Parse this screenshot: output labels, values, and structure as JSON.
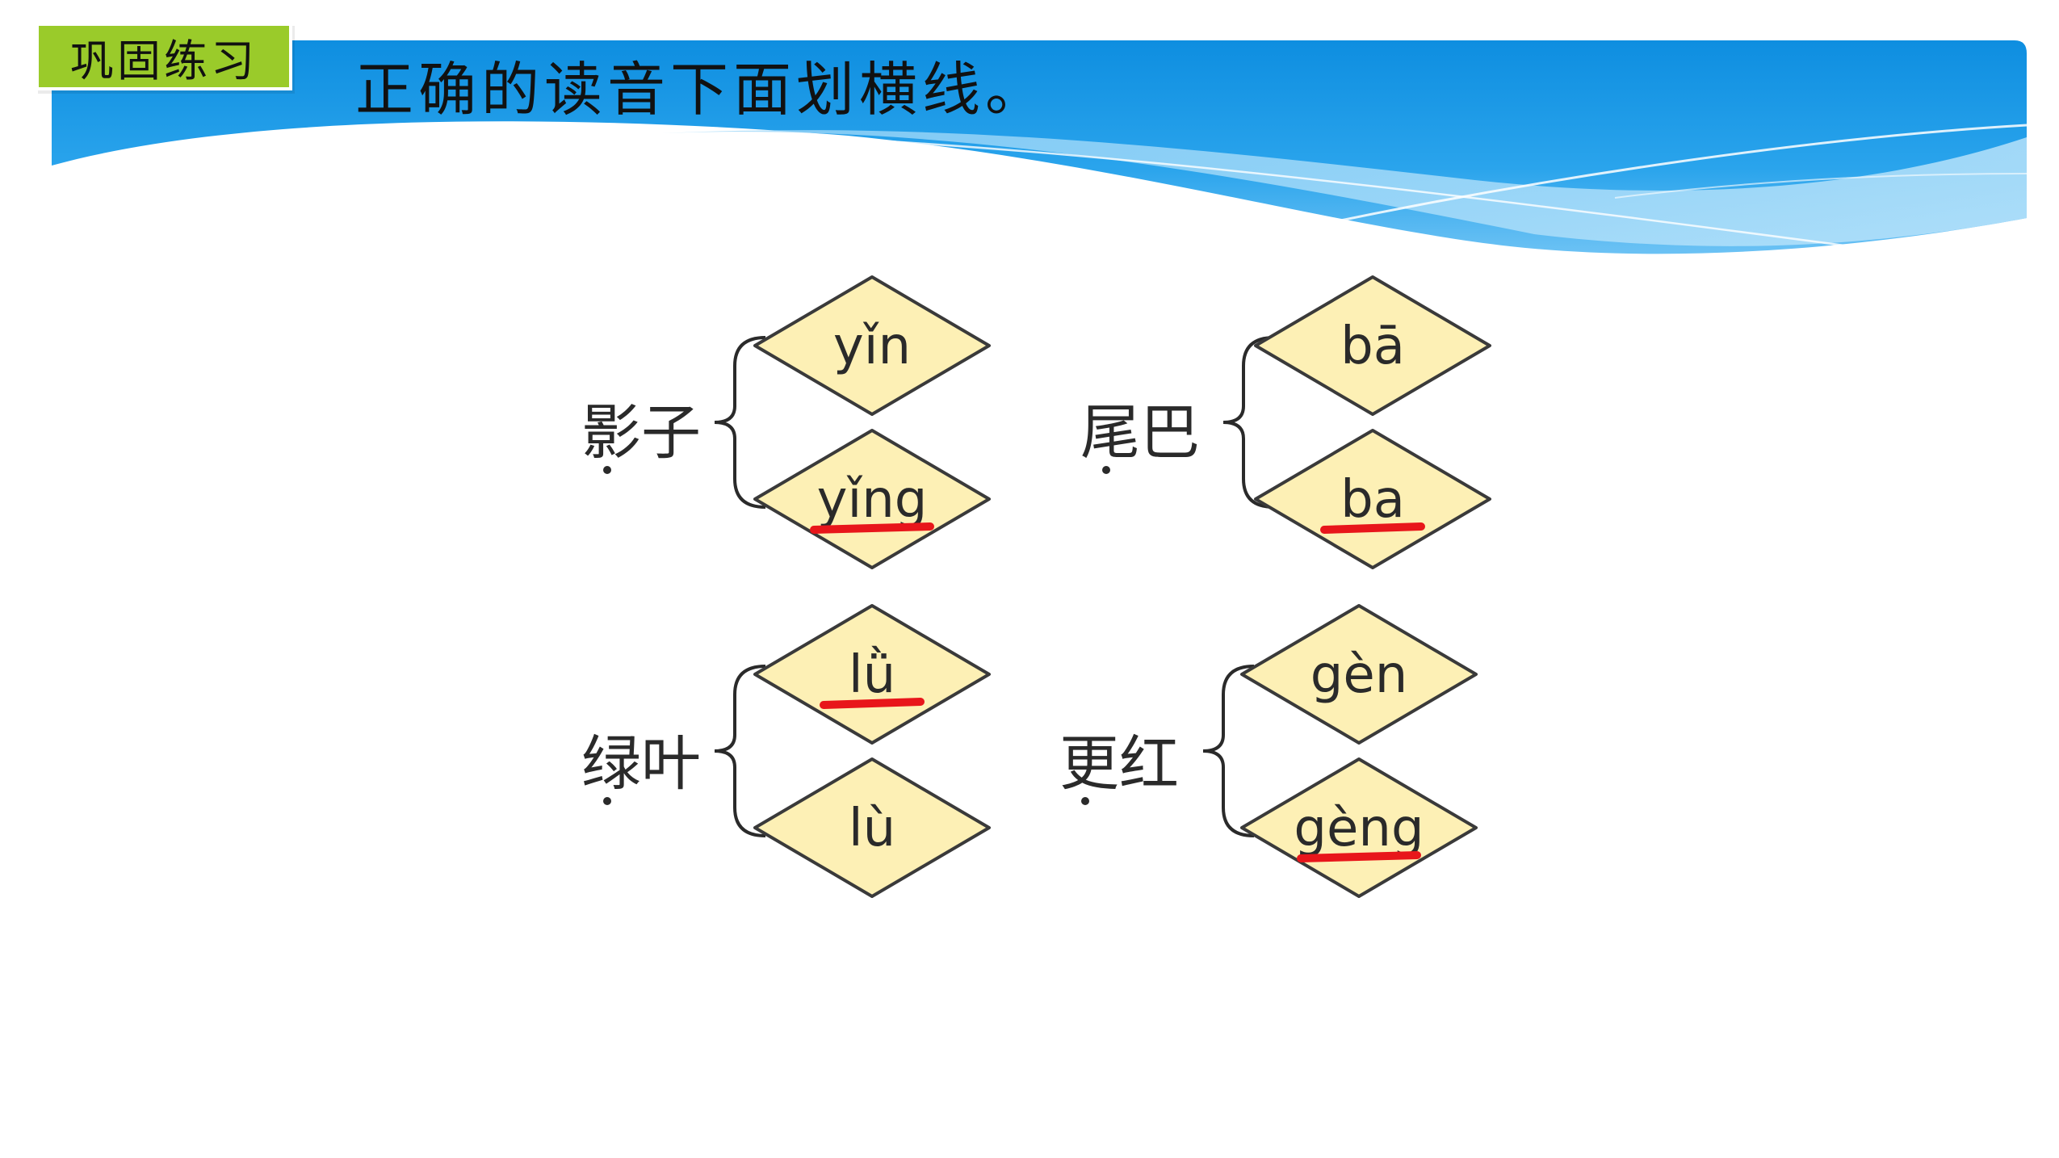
{
  "header": {
    "badge": "巩固练习",
    "instruction": "正确的读音下面划横线。"
  },
  "colors": {
    "badge_green": "#9acb2a",
    "banner_blue": "#1596e4",
    "diamond_fill": "#fdf0b5",
    "underline_red": "#e8161b"
  },
  "groups": [
    {
      "word": "影子",
      "options": [
        {
          "pinyin": "yǐn",
          "underlined": false
        },
        {
          "pinyin": "yǐng",
          "underlined": true
        }
      ]
    },
    {
      "word": "尾巴",
      "options": [
        {
          "pinyin": "bā",
          "underlined": false
        },
        {
          "pinyin": "ba",
          "underlined": true
        }
      ]
    },
    {
      "word": "绿叶",
      "options": [
        {
          "pinyin": "lǜ",
          "underlined": true
        },
        {
          "pinyin": "lù",
          "underlined": false
        }
      ]
    },
    {
      "word": "更红",
      "options": [
        {
          "pinyin": "gèn",
          "underlined": false
        },
        {
          "pinyin": "gèng",
          "underlined": true
        }
      ]
    }
  ]
}
